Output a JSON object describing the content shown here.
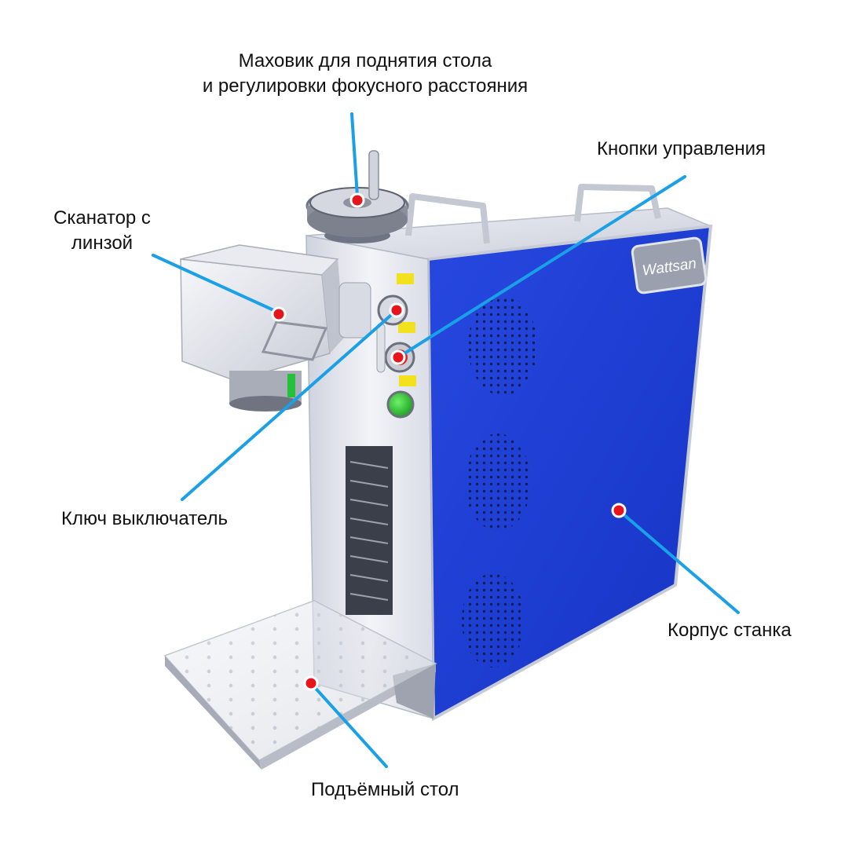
{
  "colors": {
    "leader_line": "#1aa0e6",
    "marker_fill": "#e8141b",
    "marker_ring": "#ffffff",
    "body_panel": "#1f3fd6",
    "frame_metal": "#e4e6ee",
    "text": "#111111"
  },
  "brand": {
    "logo_text": "Wattsan"
  },
  "callouts": {
    "flywheel": {
      "line1": "Маховик для поднятия стола",
      "line2": "и регулировки фокусного расстояния"
    },
    "control_buttons": {
      "text": "Кнопки управления"
    },
    "scanner": {
      "line1": "Сканатор с",
      "line2": "линзой"
    },
    "key_switch": {
      "text": "Ключ выключатель"
    },
    "machine_body": {
      "text": "Корпус станка"
    },
    "lift_table": {
      "text": "Подъёмный стол"
    }
  }
}
